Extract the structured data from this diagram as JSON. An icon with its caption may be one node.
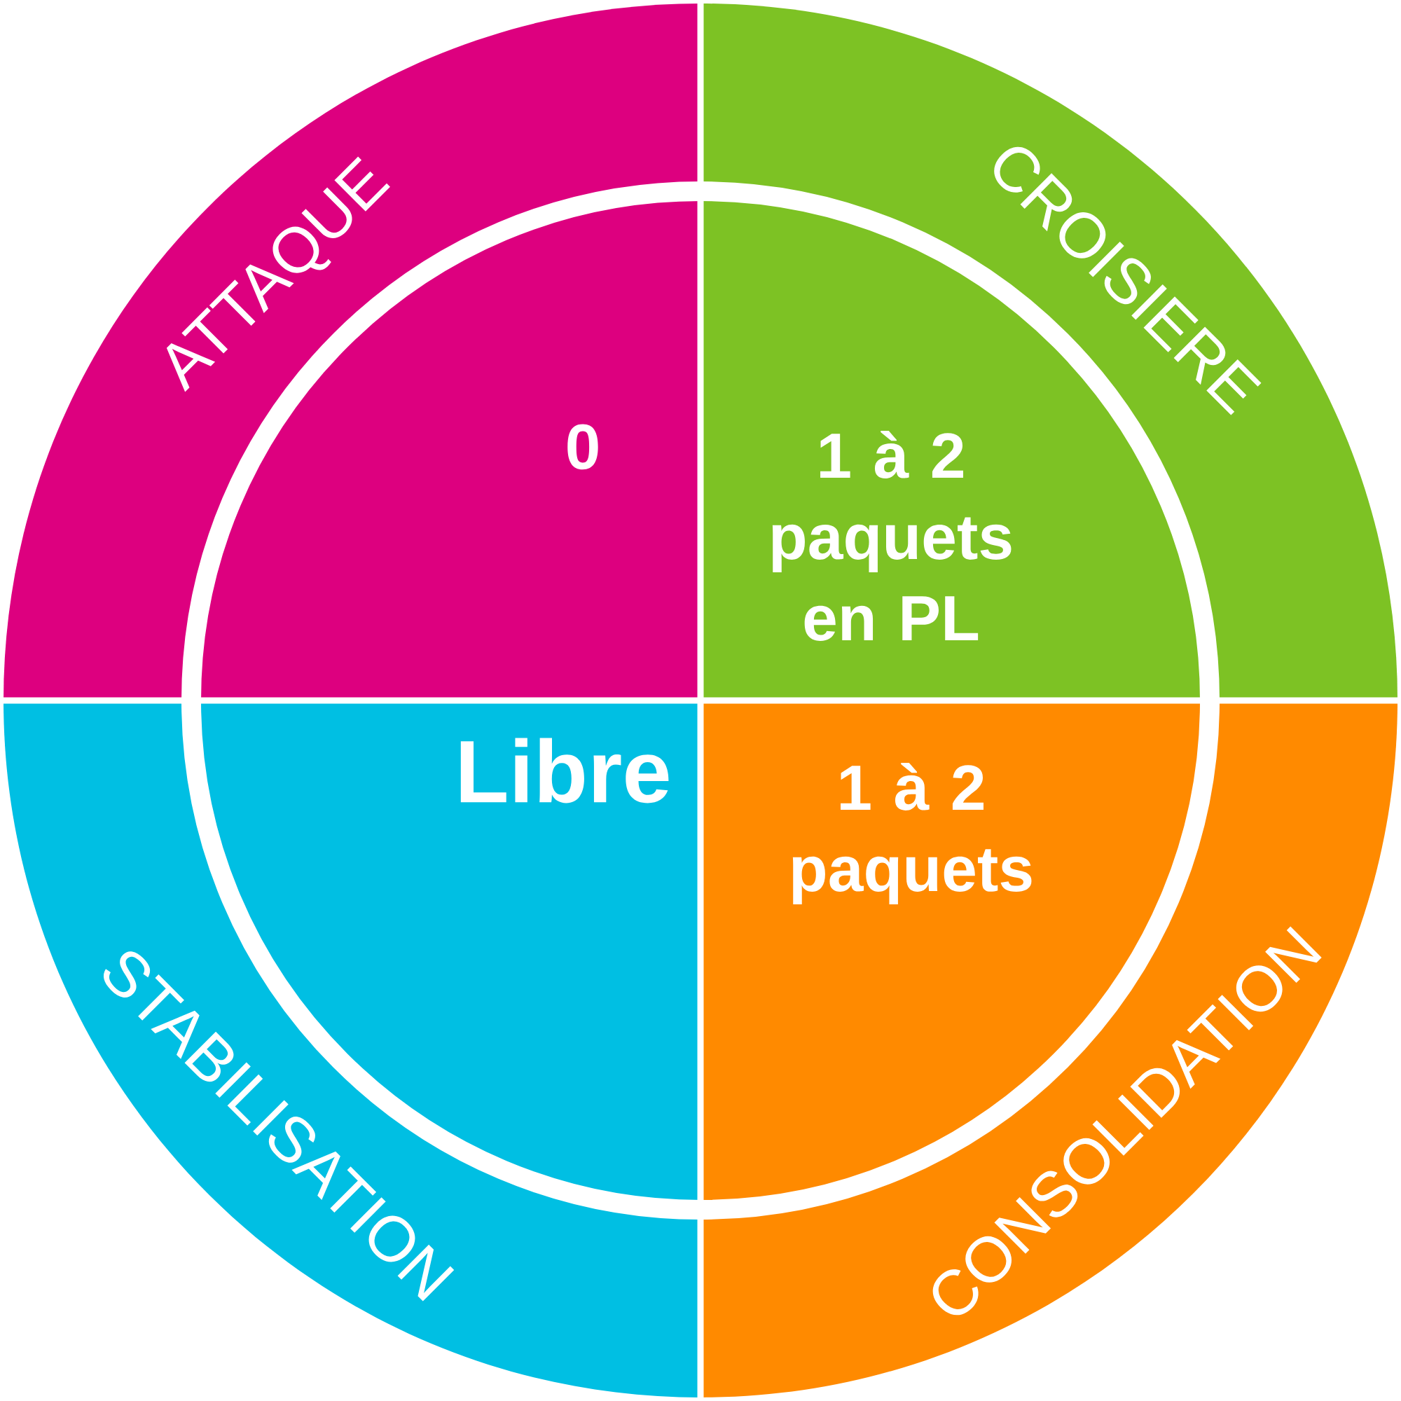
{
  "diagram": {
    "nodes": [
      {
        "text": [
          "ATTAQUE",
          "0"
        ]
      },
      {
        "text": [
          "CROISIERE",
          "1 à 2 paquets en PL"
        ]
      },
      {
        "text": [
          "STABILISATION",
          "Libre"
        ]
      },
      {
        "text": [
          "CONSOLIDATION",
          "1 à 2 paquets"
        ]
      }
    ]
  }
}
